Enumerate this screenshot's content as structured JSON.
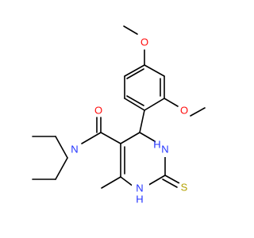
{
  "molecule": {
    "atoms": [
      {
        "id": "O_top",
        "element": "O",
        "label": "O"
      },
      {
        "id": "O_right",
        "element": "O",
        "label": "O"
      },
      {
        "id": "O_amide",
        "element": "O",
        "label": "O"
      },
      {
        "id": "N_amide",
        "element": "N",
        "label": "N"
      },
      {
        "id": "NH_upper",
        "element": "N",
        "label": "H\nN"
      },
      {
        "id": "NH_lower",
        "element": "N",
        "label": "N\nH"
      },
      {
        "id": "S",
        "element": "S",
        "label": "S"
      }
    ],
    "colors": {
      "bond": "#000000",
      "oxygen": "#ff0d0d",
      "nitrogen": "#2233ff",
      "sulfur": "#b3a100",
      "background": "#ffffff"
    }
  }
}
